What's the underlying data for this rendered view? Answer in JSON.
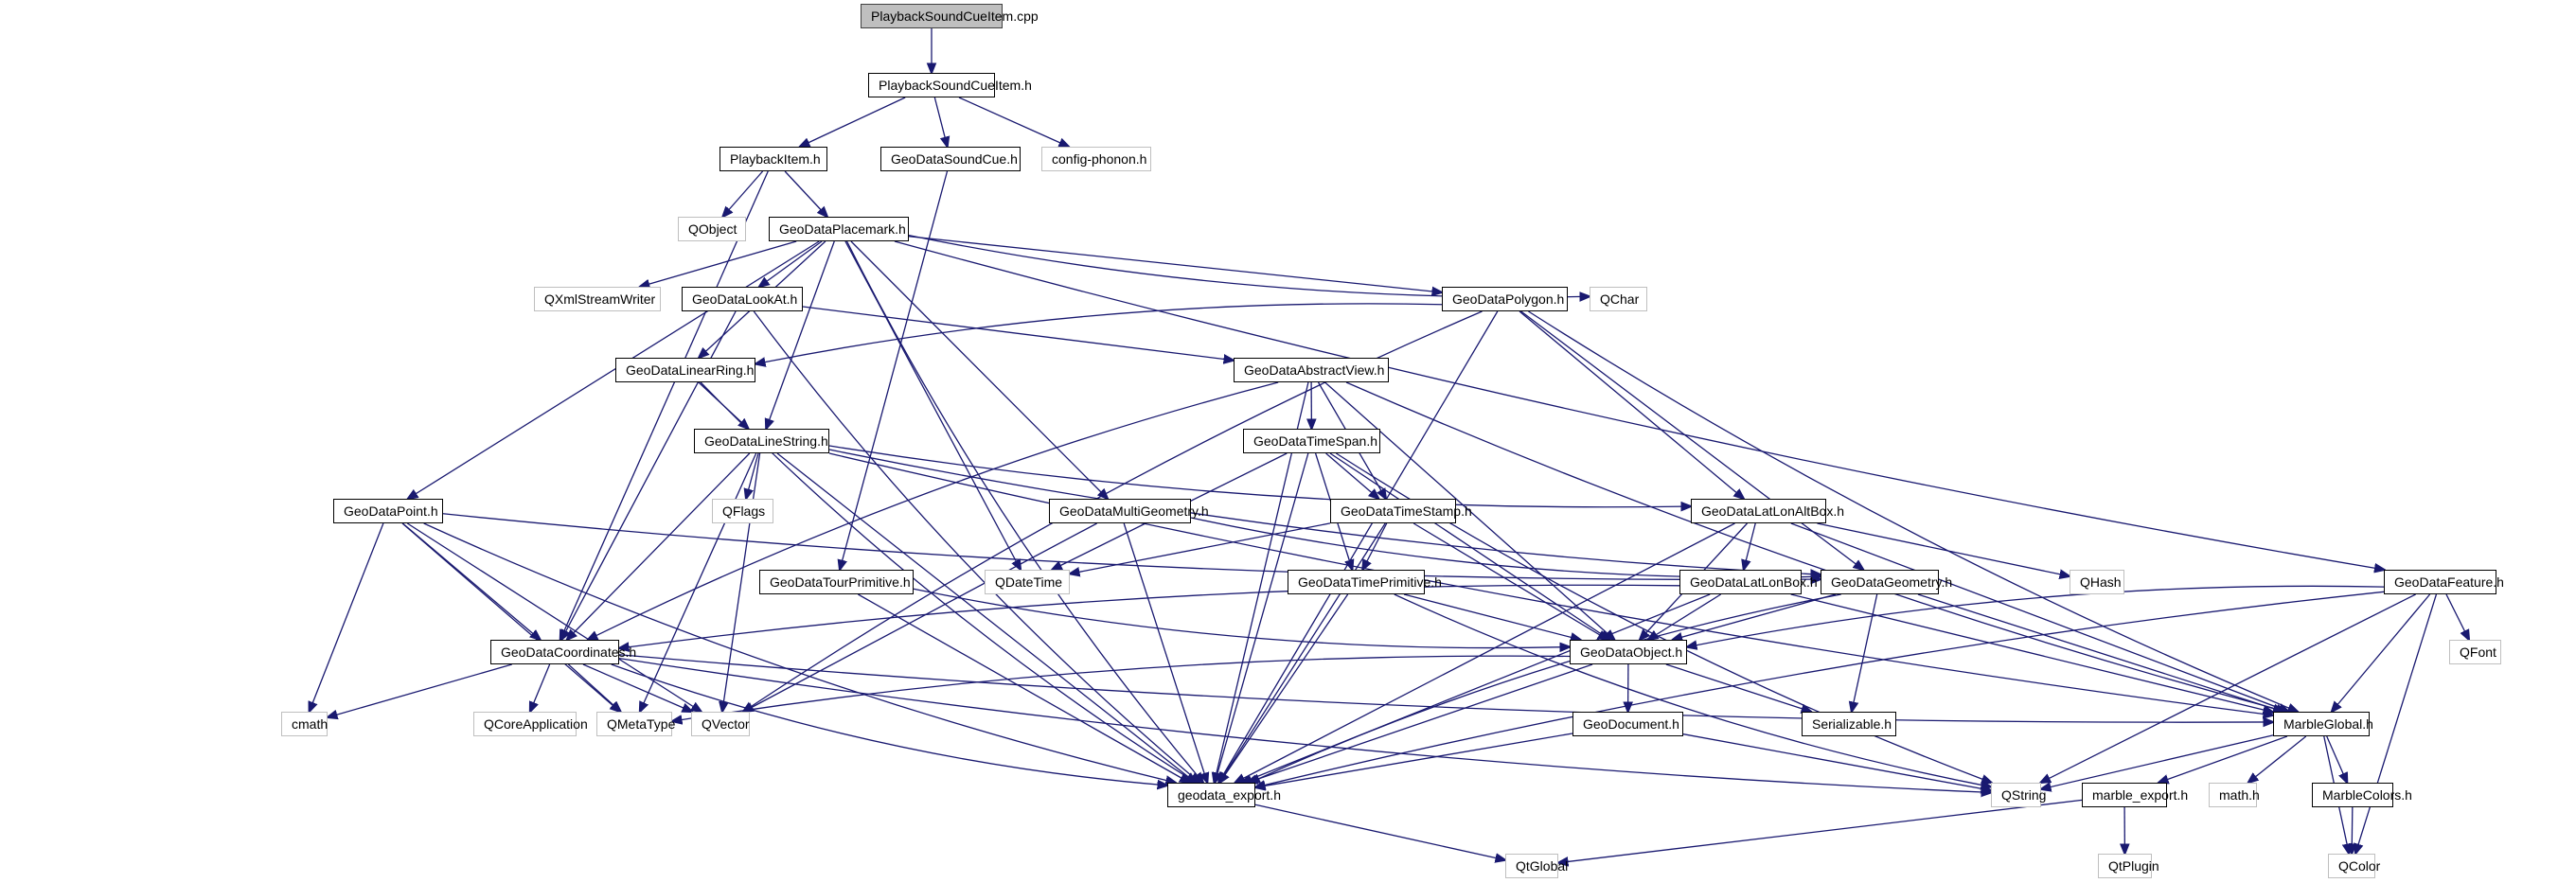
{
  "title": "PlaybackSoundCueItem.cpp include dependency graph",
  "colors": {
    "edge": "#191970",
    "root_fill": "#bfbfbf",
    "node_border": "#000000",
    "external_border": "#bfbfbf"
  },
  "nodes": [
    {
      "id": "root",
      "label": "PlaybackSoundCueItem.cpp",
      "kind": "root"
    },
    {
      "id": "psci_h",
      "label": "PlaybackSoundCueItem.h",
      "kind": "local"
    },
    {
      "id": "playbackitem",
      "label": "PlaybackItem.h",
      "kind": "local"
    },
    {
      "id": "soundcue",
      "label": "GeoDataSoundCue.h",
      "kind": "local"
    },
    {
      "id": "configphonon",
      "label": "config-phonon.h",
      "kind": "external"
    },
    {
      "id": "qobject",
      "label": "QObject",
      "kind": "external"
    },
    {
      "id": "placemark",
      "label": "GeoDataPlacemark.h",
      "kind": "local"
    },
    {
      "id": "qxml",
      "label": "QXmlStreamWriter",
      "kind": "external"
    },
    {
      "id": "lookat",
      "label": "GeoDataLookAt.h",
      "kind": "local"
    },
    {
      "id": "polygon",
      "label": "GeoDataPolygon.h",
      "kind": "local"
    },
    {
      "id": "qchar",
      "label": "QChar",
      "kind": "external"
    },
    {
      "id": "linearring",
      "label": "GeoDataLinearRing.h",
      "kind": "local"
    },
    {
      "id": "abstractview",
      "label": "GeoDataAbstractView.h",
      "kind": "local"
    },
    {
      "id": "linestring",
      "label": "GeoDataLineString.h",
      "kind": "local"
    },
    {
      "id": "timespan",
      "label": "GeoDataTimeSpan.h",
      "kind": "local"
    },
    {
      "id": "qflags",
      "label": "QFlags",
      "kind": "external"
    },
    {
      "id": "point",
      "label": "GeoDataPoint.h",
      "kind": "local"
    },
    {
      "id": "multigeom",
      "label": "GeoDataMultiGeometry.h",
      "kind": "local"
    },
    {
      "id": "timestamp",
      "label": "GeoDataTimeStamp.h",
      "kind": "local"
    },
    {
      "id": "latlonalt",
      "label": "GeoDataLatLonAltBox.h",
      "kind": "local"
    },
    {
      "id": "tourprim",
      "label": "GeoDataTourPrimitive.h",
      "kind": "local"
    },
    {
      "id": "qdatetime",
      "label": "QDateTime",
      "kind": "external"
    },
    {
      "id": "timeprim",
      "label": "GeoDataTimePrimitive.h",
      "kind": "local"
    },
    {
      "id": "latlonbox",
      "label": "GeoDataLatLonBox.h",
      "kind": "local"
    },
    {
      "id": "geometry",
      "label": "GeoDataGeometry.h",
      "kind": "local"
    },
    {
      "id": "qhash",
      "label": "QHash",
      "kind": "external"
    },
    {
      "id": "feature",
      "label": "GeoDataFeature.h",
      "kind": "local"
    },
    {
      "id": "coords",
      "label": "GeoDataCoordinates.h",
      "kind": "local"
    },
    {
      "id": "object",
      "label": "GeoDataObject.h",
      "kind": "local"
    },
    {
      "id": "qfont",
      "label": "QFont",
      "kind": "external"
    },
    {
      "id": "cmath",
      "label": "cmath",
      "kind": "external"
    },
    {
      "id": "qcoreapp",
      "label": "QCoreApplication",
      "kind": "external"
    },
    {
      "id": "qmetatype",
      "label": "QMetaType",
      "kind": "external"
    },
    {
      "id": "qvector",
      "label": "QVector",
      "kind": "external"
    },
    {
      "id": "serializable",
      "label": "Serializable.h",
      "kind": "local"
    },
    {
      "id": "marbleglobal",
      "label": "MarbleGlobal.h",
      "kind": "local"
    },
    {
      "id": "geodocument",
      "label": "GeoDocument.h",
      "kind": "local"
    },
    {
      "id": "geodataexport",
      "label": "geodata_export.h",
      "kind": "local"
    },
    {
      "id": "qstring",
      "label": "QString",
      "kind": "external"
    },
    {
      "id": "marbleexport",
      "label": "marble_export.h",
      "kind": "local"
    },
    {
      "id": "mathh",
      "label": "math.h",
      "kind": "external"
    },
    {
      "id": "marblecolors",
      "label": "MarbleColors.h",
      "kind": "local"
    },
    {
      "id": "qtglobal",
      "label": "QtGlobal",
      "kind": "external"
    },
    {
      "id": "qtplugin",
      "label": "QtPlugin",
      "kind": "external"
    },
    {
      "id": "qcolor",
      "label": "QColor",
      "kind": "external"
    }
  ],
  "edges": [
    [
      "root",
      "psci_h"
    ],
    [
      "psci_h",
      "playbackitem"
    ],
    [
      "psci_h",
      "soundcue"
    ],
    [
      "psci_h",
      "configphonon"
    ],
    [
      "playbackitem",
      "qobject"
    ],
    [
      "playbackitem",
      "placemark"
    ],
    [
      "playbackitem",
      "coords"
    ],
    [
      "soundcue",
      "tourprim"
    ],
    [
      "placemark",
      "qxml"
    ],
    [
      "placemark",
      "lookat"
    ],
    [
      "placemark",
      "polygon"
    ],
    [
      "placemark",
      "qchar"
    ],
    [
      "placemark",
      "linearring"
    ],
    [
      "placemark",
      "linestring"
    ],
    [
      "placemark",
      "point"
    ],
    [
      "placemark",
      "multigeom"
    ],
    [
      "placemark",
      "qdatetime"
    ],
    [
      "placemark",
      "feature"
    ],
    [
      "placemark",
      "geodataexport"
    ],
    [
      "lookat",
      "abstractview"
    ],
    [
      "lookat",
      "coords"
    ],
    [
      "lookat",
      "geodataexport"
    ],
    [
      "polygon",
      "linearring"
    ],
    [
      "polygon",
      "latlonalt"
    ],
    [
      "polygon",
      "geometry"
    ],
    [
      "polygon",
      "qvector"
    ],
    [
      "polygon",
      "geodataexport"
    ],
    [
      "polygon",
      "marbleglobal"
    ],
    [
      "linearring",
      "linestring"
    ],
    [
      "linearring",
      "geodataexport"
    ],
    [
      "abstractview",
      "timespan"
    ],
    [
      "abstractview",
      "timestamp"
    ],
    [
      "abstractview",
      "object"
    ],
    [
      "abstractview",
      "coords"
    ],
    [
      "abstractview",
      "geodataexport"
    ],
    [
      "abstractview",
      "marbleglobal"
    ],
    [
      "linestring",
      "qflags"
    ],
    [
      "linestring",
      "coords"
    ],
    [
      "linestring",
      "geometry"
    ],
    [
      "linestring",
      "latlonalt"
    ],
    [
      "linestring",
      "qvector"
    ],
    [
      "linestring",
      "qmetatype"
    ],
    [
      "linestring",
      "geodataexport"
    ],
    [
      "linestring",
      "marbleglobal"
    ],
    [
      "timespan",
      "timestamp"
    ],
    [
      "timespan",
      "timeprim"
    ],
    [
      "timespan",
      "qdatetime"
    ],
    [
      "timespan",
      "object"
    ],
    [
      "timespan",
      "geodataexport"
    ],
    [
      "timespan",
      "qstring"
    ],
    [
      "point",
      "coords"
    ],
    [
      "point",
      "geometry"
    ],
    [
      "point",
      "cmath"
    ],
    [
      "point",
      "qmetatype"
    ],
    [
      "point",
      "qvector"
    ],
    [
      "point",
      "geodataexport"
    ],
    [
      "multigeom",
      "geometry"
    ],
    [
      "multigeom",
      "qvector"
    ],
    [
      "multigeom",
      "geodataexport"
    ],
    [
      "timestamp",
      "timeprim"
    ],
    [
      "timestamp",
      "qdatetime"
    ],
    [
      "timestamp",
      "object"
    ],
    [
      "timestamp",
      "geodataexport"
    ],
    [
      "latlonalt",
      "latlonbox"
    ],
    [
      "latlonalt",
      "object"
    ],
    [
      "latlonalt",
      "qhash"
    ],
    [
      "latlonalt",
      "geodataexport"
    ],
    [
      "latlonalt",
      "marbleglobal"
    ],
    [
      "tourprim",
      "object"
    ],
    [
      "tourprim",
      "geodataexport"
    ],
    [
      "timeprim",
      "object"
    ],
    [
      "timeprim",
      "geodataexport"
    ],
    [
      "timeprim",
      "qstring"
    ],
    [
      "latlonbox",
      "object"
    ],
    [
      "latlonbox",
      "coords"
    ],
    [
      "latlonbox",
      "geodataexport"
    ],
    [
      "latlonbox",
      "marbleglobal"
    ],
    [
      "geometry",
      "object"
    ],
    [
      "geometry",
      "serializable"
    ],
    [
      "geometry",
      "geodataexport"
    ],
    [
      "geometry",
      "marbleglobal"
    ],
    [
      "feature",
      "object"
    ],
    [
      "feature",
      "qfont"
    ],
    [
      "feature",
      "qcolor"
    ],
    [
      "feature",
      "geodataexport"
    ],
    [
      "feature",
      "qstring"
    ],
    [
      "feature",
      "marbleglobal"
    ],
    [
      "coords",
      "cmath"
    ],
    [
      "coords",
      "qcoreapp"
    ],
    [
      "coords",
      "qmetatype"
    ],
    [
      "coords",
      "qvector"
    ],
    [
      "coords",
      "geodataexport"
    ],
    [
      "coords",
      "qstring"
    ],
    [
      "coords",
      "marbleglobal"
    ],
    [
      "object",
      "geodocument"
    ],
    [
      "object",
      "serializable"
    ],
    [
      "object",
      "geodataexport"
    ],
    [
      "object",
      "qmetatype"
    ],
    [
      "geodocument",
      "geodataexport"
    ],
    [
      "geodocument",
      "qstring"
    ],
    [
      "marbleglobal",
      "qstring"
    ],
    [
      "marbleglobal",
      "marbleexport"
    ],
    [
      "marbleglobal",
      "mathh"
    ],
    [
      "marbleglobal",
      "marblecolors"
    ],
    [
      "marbleglobal",
      "qcolor"
    ],
    [
      "marblecolors",
      "qcolor"
    ],
    [
      "geodataexport",
      "qtglobal"
    ],
    [
      "marbleexport",
      "qtglobal"
    ],
    [
      "marbleexport",
      "qtplugin"
    ]
  ]
}
